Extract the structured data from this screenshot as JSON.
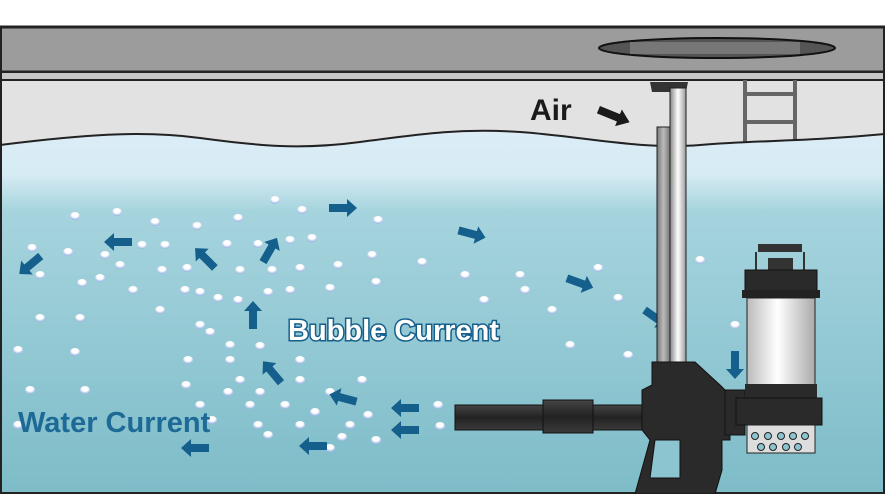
{
  "labels": {
    "air": "Air",
    "bubble_current": "Bubble Current",
    "water_current": "Water Current"
  },
  "colors": {
    "arrow": "#145f8c",
    "water_top": "#dcedf8",
    "water_bottom": "#84c2cd",
    "slab": "#9c9c9c",
    "wall": "#e2e2e2",
    "pump_dark": "#2a2a2a"
  }
}
